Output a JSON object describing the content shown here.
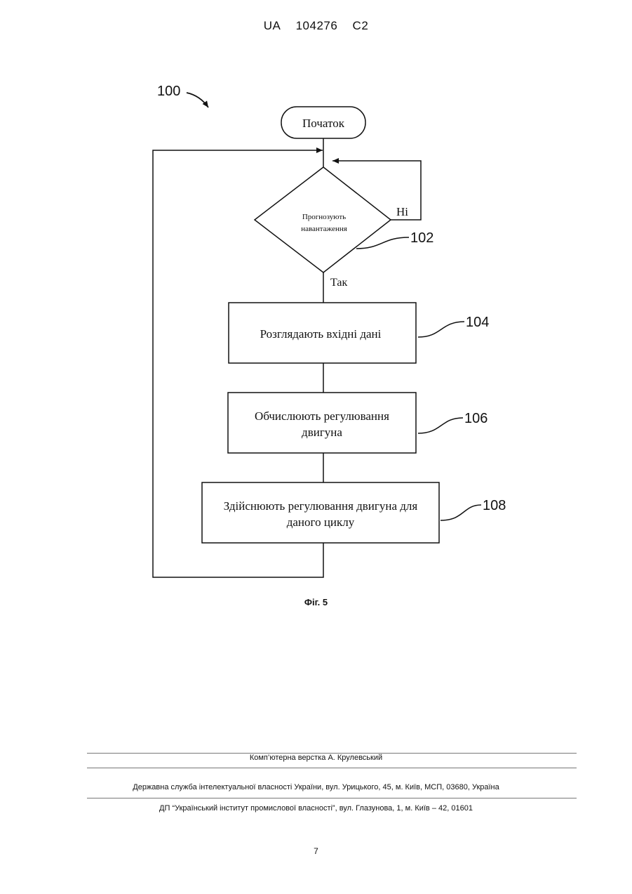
{
  "header": {
    "country": "UA",
    "number": "104276",
    "kind": "C2"
  },
  "diagram": {
    "ref_main": "100",
    "start": "Початок",
    "decision": {
      "line1": "Прогнозують",
      "line2": "навантаження",
      "ref": "102"
    },
    "no_label": "Ні",
    "yes_label": "Так",
    "step1": {
      "text": "Розглядають вхідні дані",
      "ref": "104"
    },
    "step2": {
      "line1": "Обчислюють регулювання",
      "line2": "двигуна",
      "ref": "106"
    },
    "step3": {
      "line1": "Здійснюють регулювання двигуна для",
      "line2": "даного циклу",
      "ref": "108"
    }
  },
  "caption": "Фіг. 5",
  "footer": {
    "layout": "Комп’ютерна верстка А. Крулевський",
    "agency": "Державна служба інтелектуальної власності України, вул. Урицького, 45, м. Київ, МСП, 03680, Україна",
    "institute": "ДП “Український інститут промислової власності”, вул. Глазунова, 1, м. Київ – 42, 01601"
  },
  "page_number": "7"
}
